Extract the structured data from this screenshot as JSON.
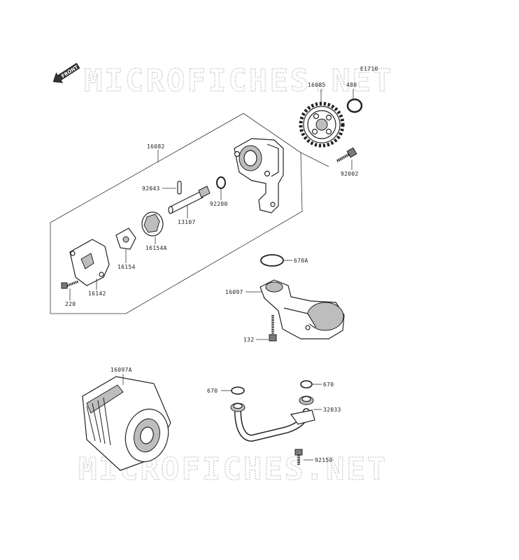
{
  "watermark": {
    "top": "MICROFICHES.NET",
    "bottom": "MICROFICHES.NET"
  },
  "diagram_code": "E1710",
  "front_label": "FRONT",
  "parts": {
    "p16085": "16085",
    "p480": "480",
    "p16082": "16082",
    "p92002": "92002",
    "p92043": "92043",
    "p92200": "92200",
    "p13107": "13107",
    "p16154A": "16154A",
    "p16154": "16154",
    "p16142": "16142",
    "p220": "220",
    "p670A": "670A",
    "p16097": "16097",
    "p132": "132",
    "p16097A": "16097A",
    "p670L": "670",
    "p670R": "670",
    "p32033": "32033",
    "p92150": "92150"
  }
}
